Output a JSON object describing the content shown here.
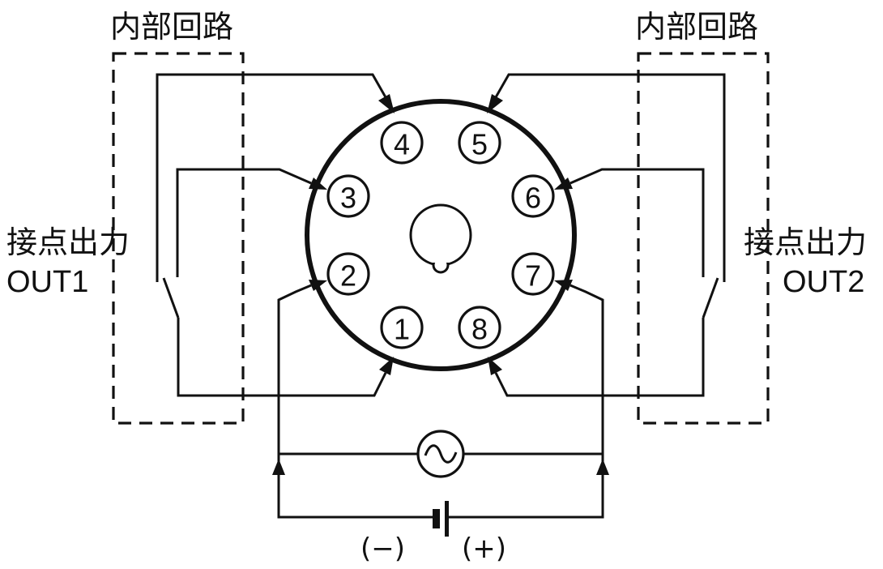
{
  "labels": {
    "internal_circuit_left": "内部回路",
    "internal_circuit_right": "内部回路",
    "contact_output_left": "接点出力",
    "out1": "OUT1",
    "contact_output_right": "接点出力",
    "out2": "OUT2",
    "minus": "(−)",
    "plus": "(+)"
  },
  "pins": [
    "1",
    "2",
    "3",
    "4",
    "5",
    "6",
    "7",
    "8"
  ],
  "colors": {
    "line": "#111111",
    "background": "#ffffff"
  },
  "icons": {
    "ac_source": "ac-sine-icon",
    "dc_source": "battery-icon",
    "socket_key": "socket-key-icon"
  }
}
